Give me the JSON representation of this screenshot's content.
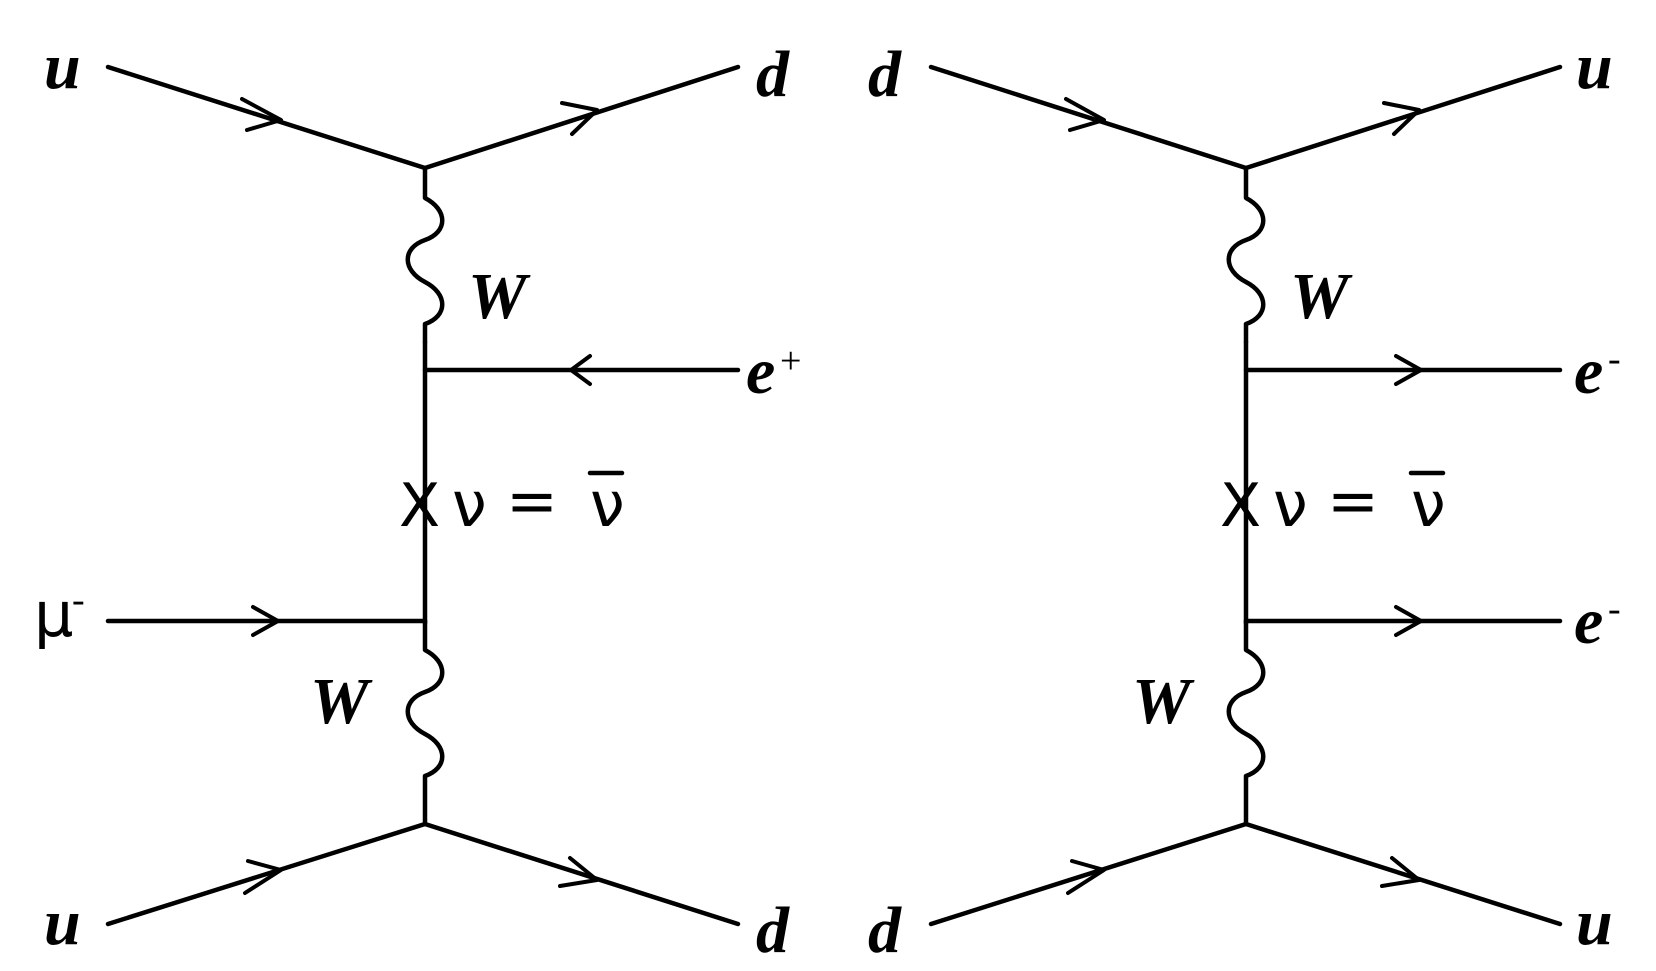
{
  "diagrams": [
    {
      "top_left": "u",
      "top_right": "d",
      "bottom_left": "u",
      "bottom_right": "d",
      "upper_boson": "W",
      "lower_boson": "W",
      "upper_lepton": "e",
      "upper_lepton_sign": "+",
      "lower_lepton": "μ",
      "lower_lepton_sign": "-",
      "vertex_mark": "X",
      "majorana_lhs": "ν",
      "majorana_eq": "=",
      "majorana_rhs": "ν"
    },
    {
      "top_left": "d",
      "top_right": "u",
      "bottom_left": "d",
      "bottom_right": "u",
      "upper_boson": "W",
      "lower_boson": "W",
      "upper_lepton": "e",
      "upper_lepton_sign": "-",
      "lower_lepton": "e",
      "lower_lepton_sign": "-",
      "vertex_mark": "X",
      "majorana_lhs": "ν",
      "majorana_eq": "=",
      "majorana_rhs": "ν"
    }
  ]
}
